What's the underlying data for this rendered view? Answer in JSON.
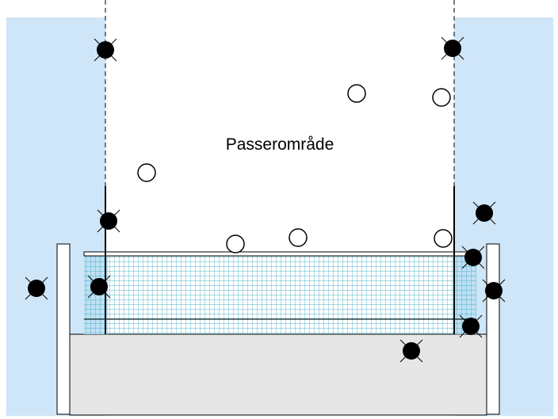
{
  "diagram": {
    "label": "Passerområde",
    "colors": {
      "side_zone": "#cfe6f8",
      "floor": "#e6e6e6",
      "net_mesh": "#4fb0c6",
      "net_panel": "#bfe0f3",
      "marker_fill": "#000000",
      "ball_fill": "#ffffff",
      "line": "#000000"
    },
    "legend_shapes": {
      "filled_crossed_circle": "player-marker",
      "hollow_circle": "ball-marker"
    }
  }
}
